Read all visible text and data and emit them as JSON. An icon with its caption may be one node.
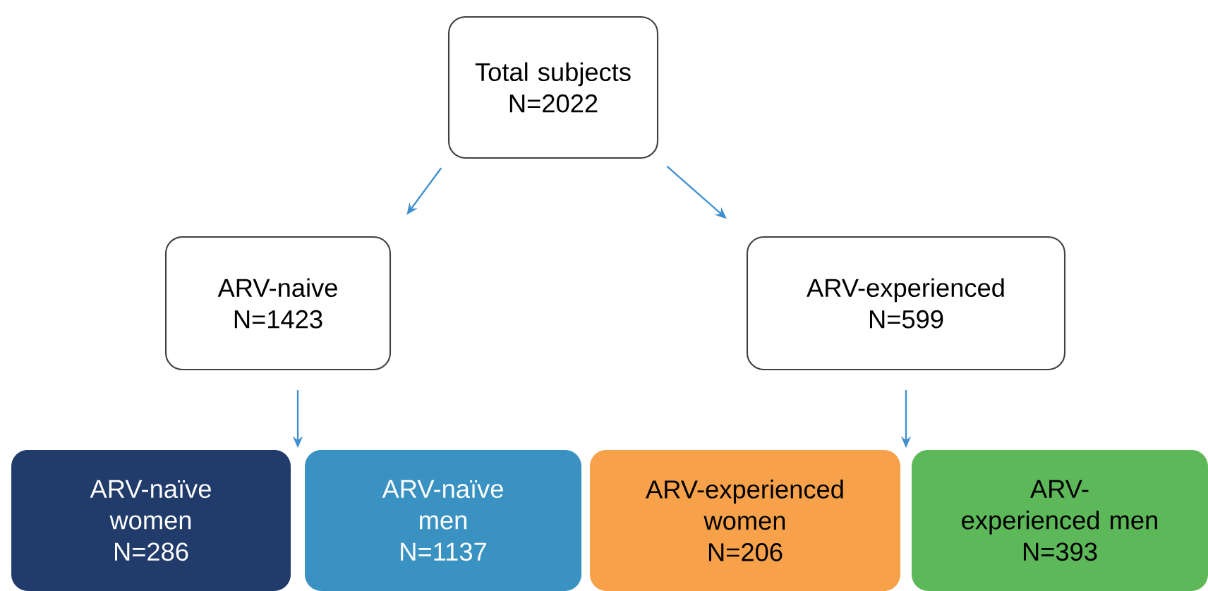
{
  "diagram": {
    "nodes": [
      {
        "text": [
          "Total subjects",
          "N=2022"
        ]
      },
      {
        "text": [
          "ARV-naive",
          "N=1423"
        ]
      },
      {
        "text": [
          "ARV-experienced",
          "N=599"
        ]
      },
      {
        "text": [
          "ARV-naïve women",
          "N=286"
        ]
      },
      {
        "text": [
          "ARV-naïve men",
          "N=1137"
        ]
      },
      {
        "text": [
          "ARV-experienced women",
          "N=206"
        ]
      },
      {
        "text": [
          "ARV-experienced men",
          "N=393"
        ]
      }
    ],
    "edges": [
      {
        "from": 0,
        "to": 1,
        "arrow": "to"
      },
      {
        "from": 0,
        "to": 2,
        "arrow": "to"
      },
      {
        "from": 1,
        "to": 3,
        "arrow": "to"
      },
      {
        "from": 1,
        "to": 4,
        "arrow": "to"
      },
      {
        "from": 2,
        "to": 5,
        "arrow": "to"
      },
      {
        "from": 2,
        "to": 6,
        "arrow": "to"
      }
    ]
  }
}
